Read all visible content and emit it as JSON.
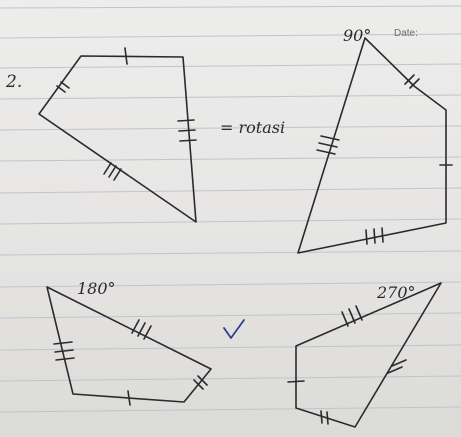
{
  "page": {
    "header_label": "Date:",
    "problem_number": "2.",
    "equation_label": "= rotasi",
    "angle_90": "90°",
    "angle_180": "180°",
    "angle_270": "270°",
    "check_mark": "✓"
  },
  "colors": {
    "paper": "#e8e7e5",
    "rule_line": "#bfc4cf",
    "ink": "#2b2b2f",
    "check_ink": "#2f3f8f"
  }
}
